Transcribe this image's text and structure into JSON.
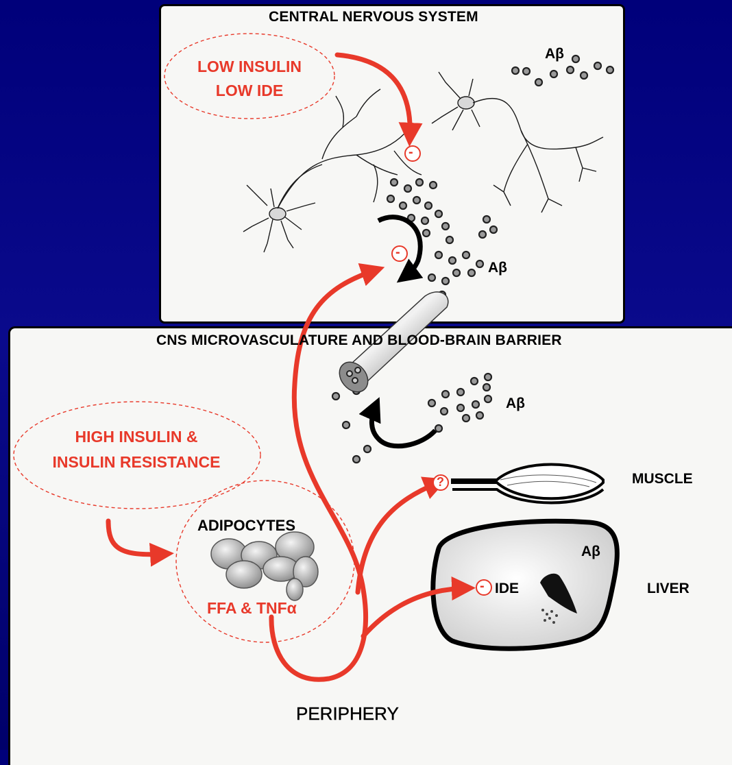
{
  "sections": {
    "cns": "CENTRAL NERVOUS SYSTEM",
    "bbb": "CNS MICROVASCULATURE AND BLOOD-BRAIN BARRIER",
    "periphery": "PERIPHERY"
  },
  "boxes": {
    "cns_condition": [
      "LOW INSULIN",
      "LOW IDE"
    ],
    "periphery_condition": [
      "HIGH INSULIN &",
      "INSULIN RESISTANCE"
    ],
    "adipocytes": "ADIPOCYTES",
    "adipocyte_factors": "FFA & TNFα"
  },
  "organs": {
    "muscle": "MUSCLE",
    "liver": "LIVER"
  },
  "labels": {
    "abeta": "Aβ",
    "ide": "IDE",
    "inhibit": "-",
    "unknown": "?"
  },
  "colors": {
    "background": "#00007a",
    "panel": "#f7f7f5",
    "accent_red": "#e8392a",
    "ink": "#000000"
  }
}
